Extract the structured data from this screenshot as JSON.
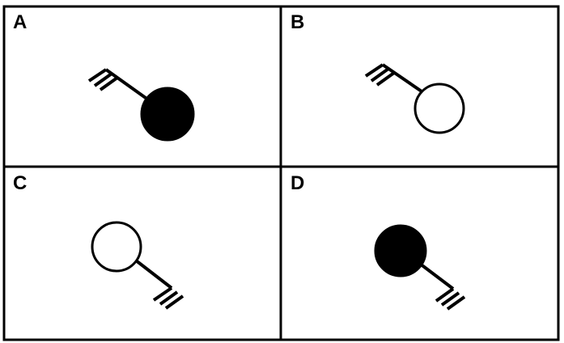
{
  "panels": [
    {
      "label": "A",
      "circle": "filled",
      "tail_direction": "up-left"
    },
    {
      "label": "B",
      "circle": "open",
      "tail_direction": "up-left"
    },
    {
      "label": "C",
      "circle": "open",
      "tail_direction": "down-right"
    },
    {
      "label": "D",
      "circle": "filled",
      "tail_direction": "down-right"
    }
  ],
  "colors": {
    "stroke": "#000000",
    "filled": "#000000",
    "open": "#ffffff",
    "background": "#ffffff"
  }
}
